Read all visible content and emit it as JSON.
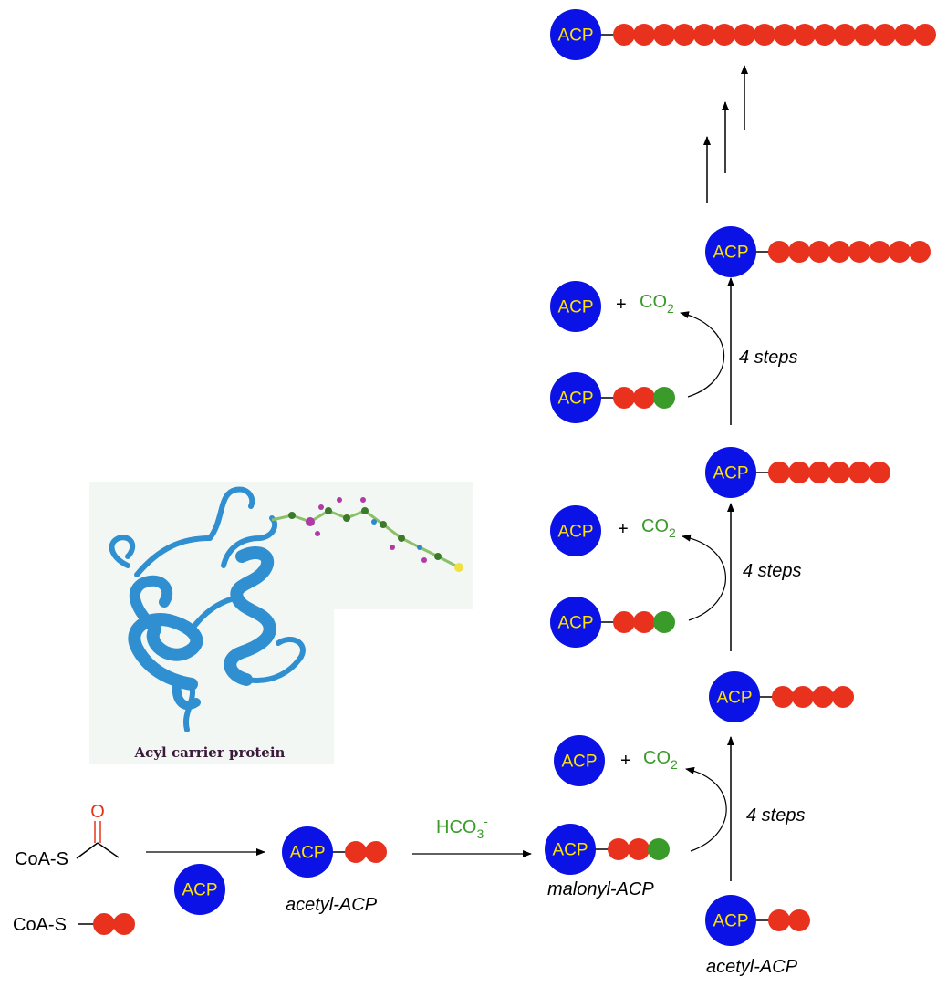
{
  "acp_label": "ACP",
  "colors": {
    "acp_blue": "#0a12e6",
    "acp_text": "#ffe400",
    "carbon_red": "#e8321e",
    "carboxyl_green": "#3a9a2a",
    "oxygen_red": "#e8321e",
    "line": "#000000",
    "green_text": "#3a9a2a"
  },
  "texts": {
    "coa_s_top": "CoA-S",
    "coa_s_bottom": "CoA-S",
    "oxygen": "O",
    "acetyl_acp_1": "acetyl-ACP",
    "malonyl_acp": "malonyl-ACP",
    "acetyl_acp_2": "acetyl-ACP",
    "hco3": "HCO",
    "hco3_sub": "3",
    "hco3_sup": "-",
    "plus": "+",
    "co2": "CO",
    "co2_sub": "2",
    "four_steps": "4 steps",
    "protein_caption": "Acyl carrier protein"
  },
  "chains": {
    "final_product": 16,
    "tier3_product": 8,
    "tier2_product": 6,
    "tier1_product": 4
  }
}
